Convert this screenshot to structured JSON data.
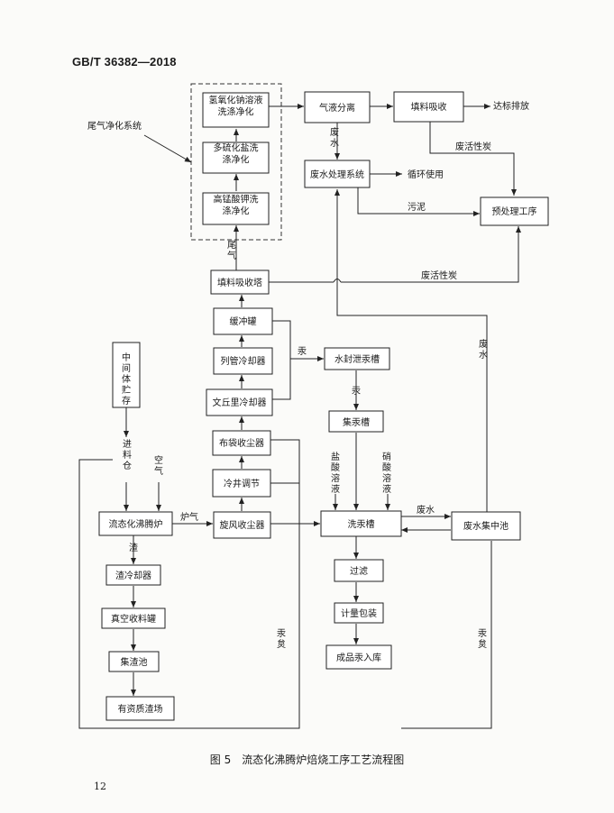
{
  "header": {
    "standard_no": "GB/T 36382—2018"
  },
  "flowchart": {
    "boxes": {
      "naoh": "氢氧化钠溶液洗涤净化",
      "polysulfide": "多硫化盐洗涤净化",
      "kmno4": "高锰酸钾洗涤净化",
      "gas_liquid": "气液分离",
      "packing_absorb": "填料吸收",
      "wastewater_sys": "废水处理系统",
      "pretreat": "预处理工序",
      "packing_tower": "填料吸收塔",
      "buffer_tank": "缓冲罐",
      "tube_cooler": "列管冷却器",
      "venturi_cooler": "文丘里冷却器",
      "bag_filter": "布袋收尘器",
      "cold_well": "冷井调节",
      "cyclone": "旋风收尘器",
      "fluidized_furnace": "流态化沸腾炉",
      "slag_cooler": "渣冷却器",
      "vacuum_tank": "真空收料罐",
      "slag_pool": "集渣池",
      "slag_yard": "有资质渣场",
      "intermediate_storage": "中间体贮存",
      "water_seal": "水封泄汞槽",
      "hg_collect": "集汞槽",
      "hg_wash": "洗汞槽",
      "wastewater_pool": "废水集中池",
      "filtration": "过滤",
      "metering": "计量包装",
      "product": "成品汞入库"
    },
    "labels": {
      "tail_gas_system": "尾气净化系统",
      "discharge": "达标排放",
      "waste_water": "废水",
      "recycle": "循环使用",
      "spent_carbon_1": "废活性炭",
      "sludge": "污泥",
      "spent_carbon_2": "废活性炭",
      "tail_gas": "尾气",
      "mercury_1": "汞",
      "mercury_2": "汞",
      "feed_bin": "进料仓",
      "air": "空气",
      "furnace_gas": "炉气",
      "slag": "渣",
      "hcl": "盐酸溶液",
      "hno3": "硝酸溶液",
      "waste_water_2": "废水",
      "waste_water_3": "废水",
      "hg_ash_1": "汞炱",
      "hg_ash_2": "汞炱"
    }
  },
  "caption": {
    "number": "图 5",
    "title": "流态化沸腾炉焙烧工序工艺流程图"
  },
  "page_number": "12"
}
